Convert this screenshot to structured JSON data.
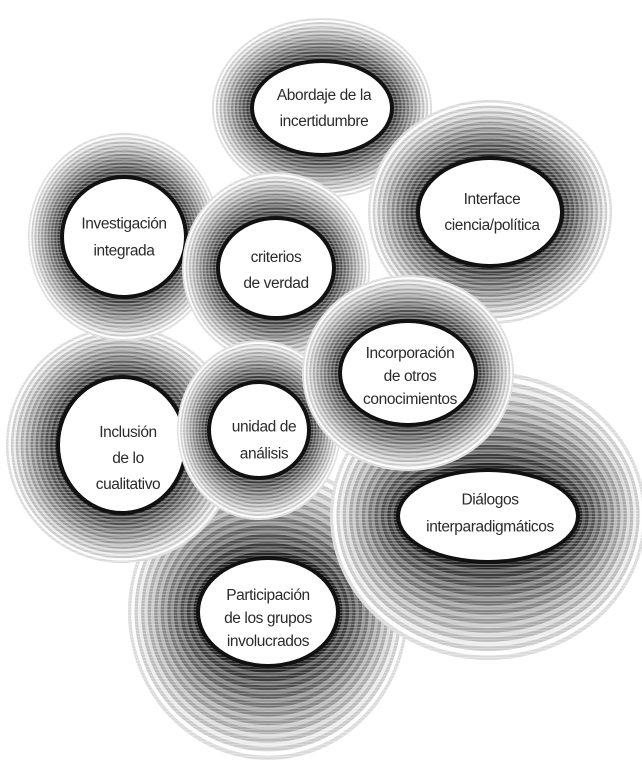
{
  "diagram": {
    "type": "overlapping-concentric-circles",
    "nodes": [
      {
        "id": "abordaje",
        "lines": [
          "Abordaje de la",
          "incertidumbre"
        ]
      },
      {
        "id": "interface",
        "lines": [
          "Interface",
          "ciencia/política"
        ]
      },
      {
        "id": "investigacion",
        "lines": [
          "Investigación",
          "integrada"
        ]
      },
      {
        "id": "criterios",
        "lines": [
          "criterios",
          "de verdad"
        ]
      },
      {
        "id": "incorporacion",
        "lines": [
          "Incorporación",
          "de otros",
          "conocimientos"
        ]
      },
      {
        "id": "inclusion",
        "lines": [
          "Inclusión",
          "de lo",
          "cualitativo"
        ]
      },
      {
        "id": "unidad",
        "lines": [
          "unidad de",
          "análisis"
        ]
      },
      {
        "id": "dialogos",
        "lines": [
          "Diálogos",
          "interparadigmáticos"
        ]
      },
      {
        "id": "participacion",
        "lines": [
          "Participación",
          "de los grupos",
          "involucrados"
        ]
      }
    ],
    "colors": {
      "ring_dark": "#111111",
      "ring_light": "#ffffff",
      "center_fill": "#ffffff",
      "text": "#2a2a2a"
    }
  }
}
